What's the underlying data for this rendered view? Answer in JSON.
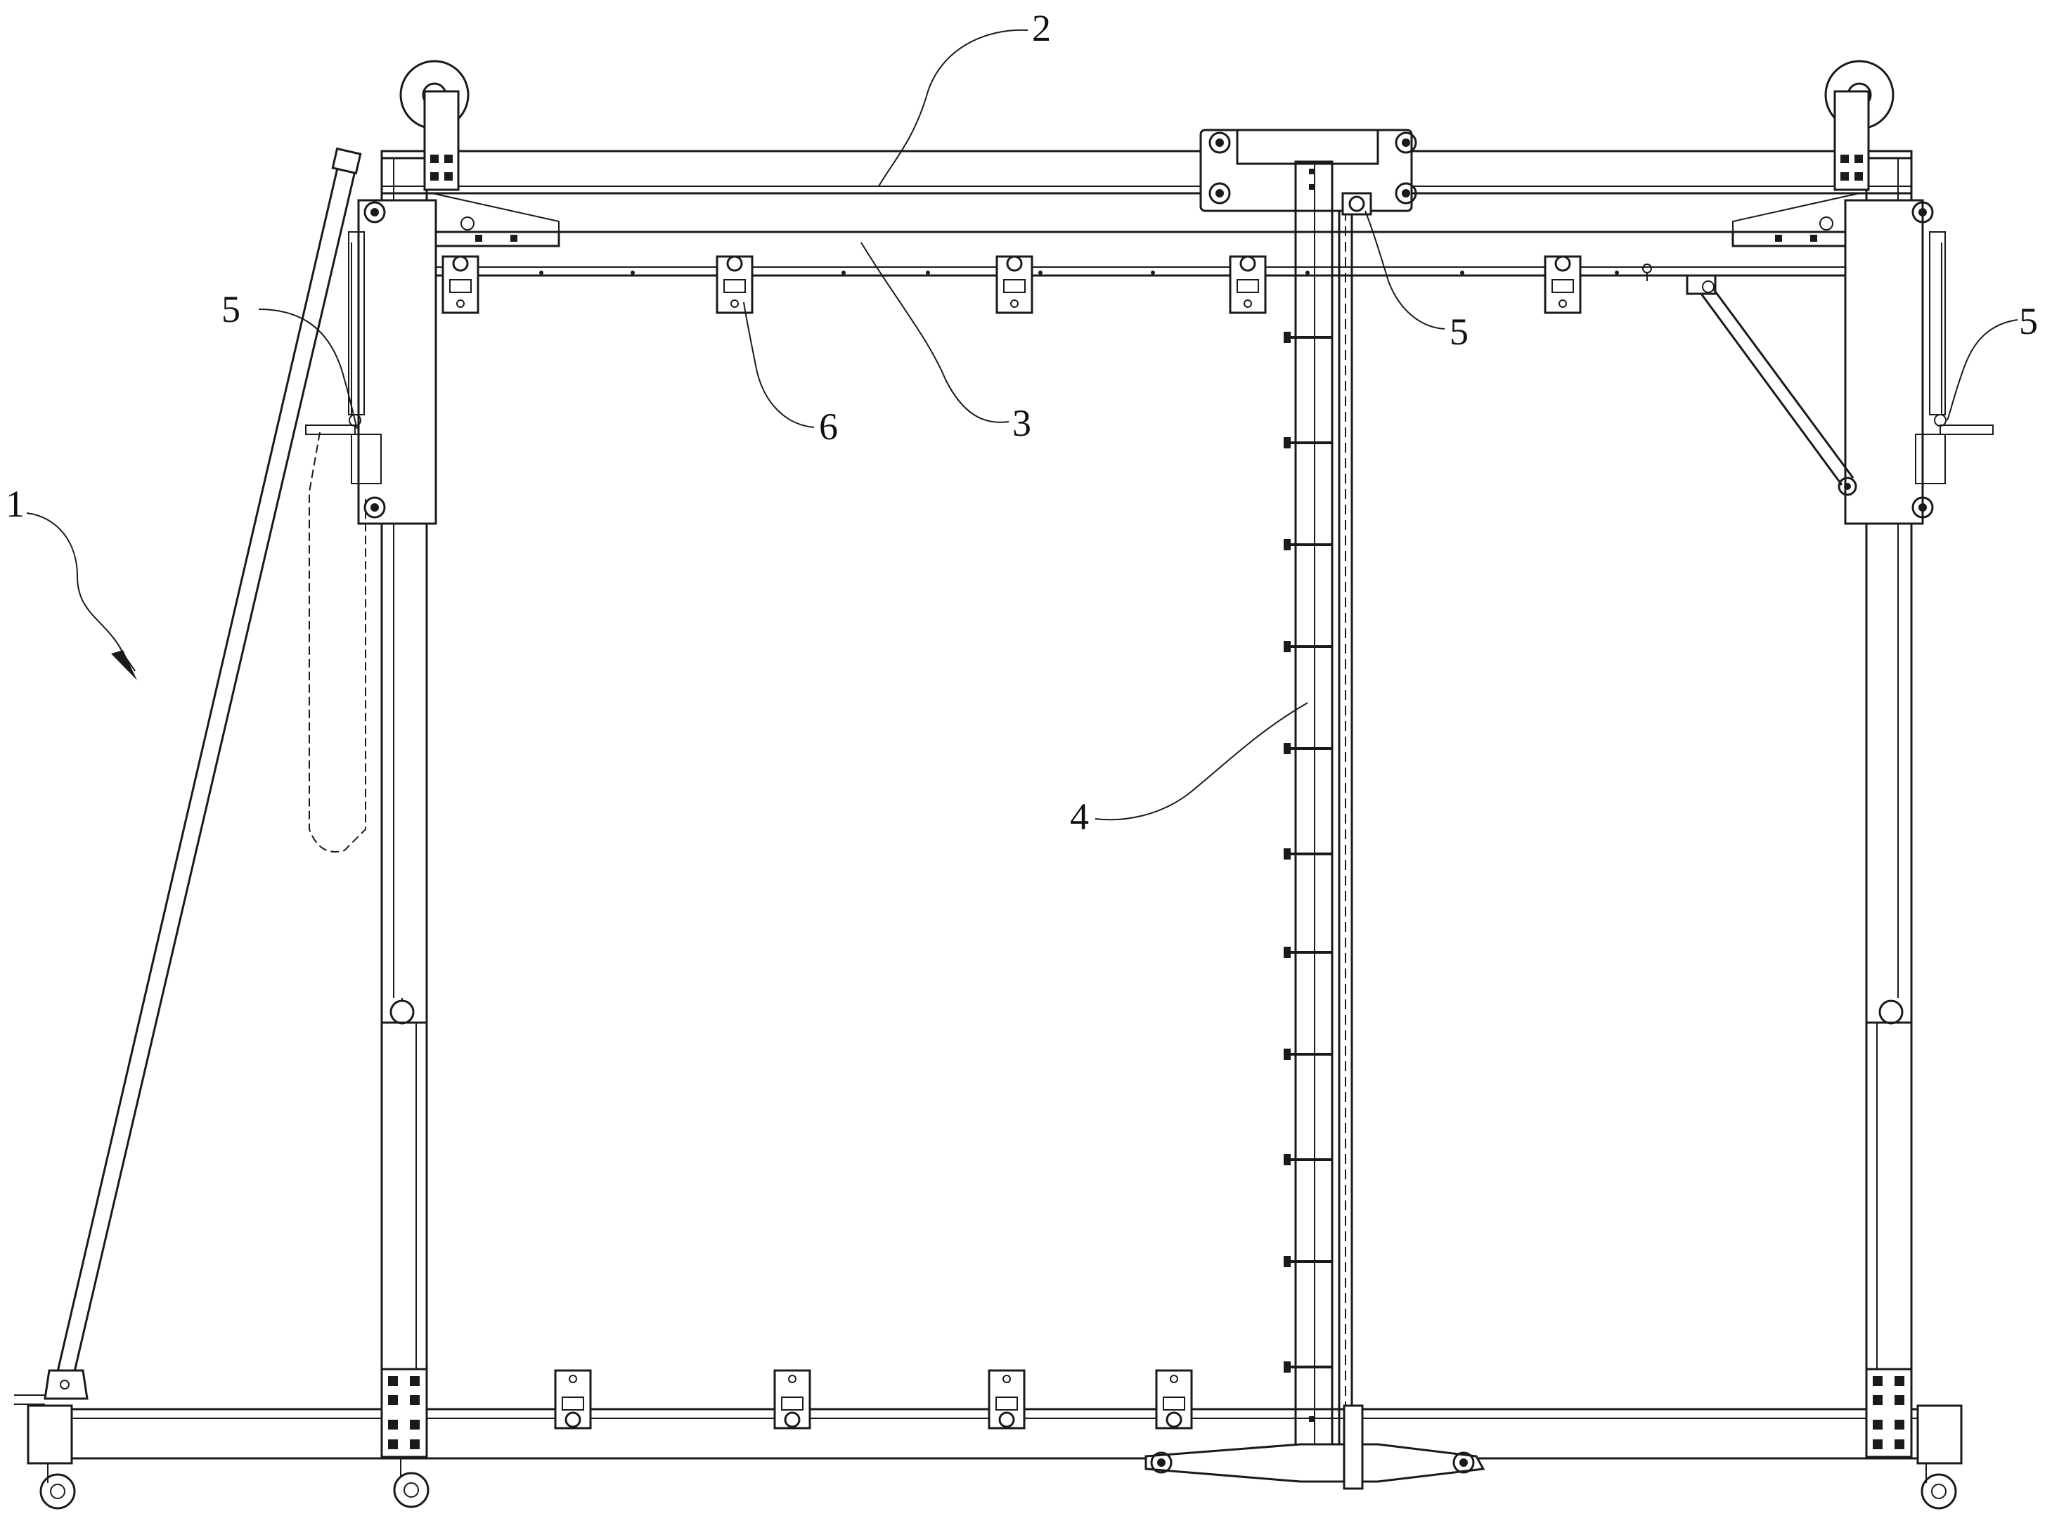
{
  "figure": {
    "labels": [
      {
        "id": "frame",
        "text": "1"
      },
      {
        "id": "top-beam",
        "text": "2"
      },
      {
        "id": "inner-beam",
        "text": "3"
      },
      {
        "id": "vertical-column",
        "text": "4"
      },
      {
        "id": "guide-left",
        "text": "5"
      },
      {
        "id": "guide-top",
        "text": "5"
      },
      {
        "id": "guide-right",
        "text": "5"
      },
      {
        "id": "clamp",
        "text": "6"
      }
    ]
  }
}
